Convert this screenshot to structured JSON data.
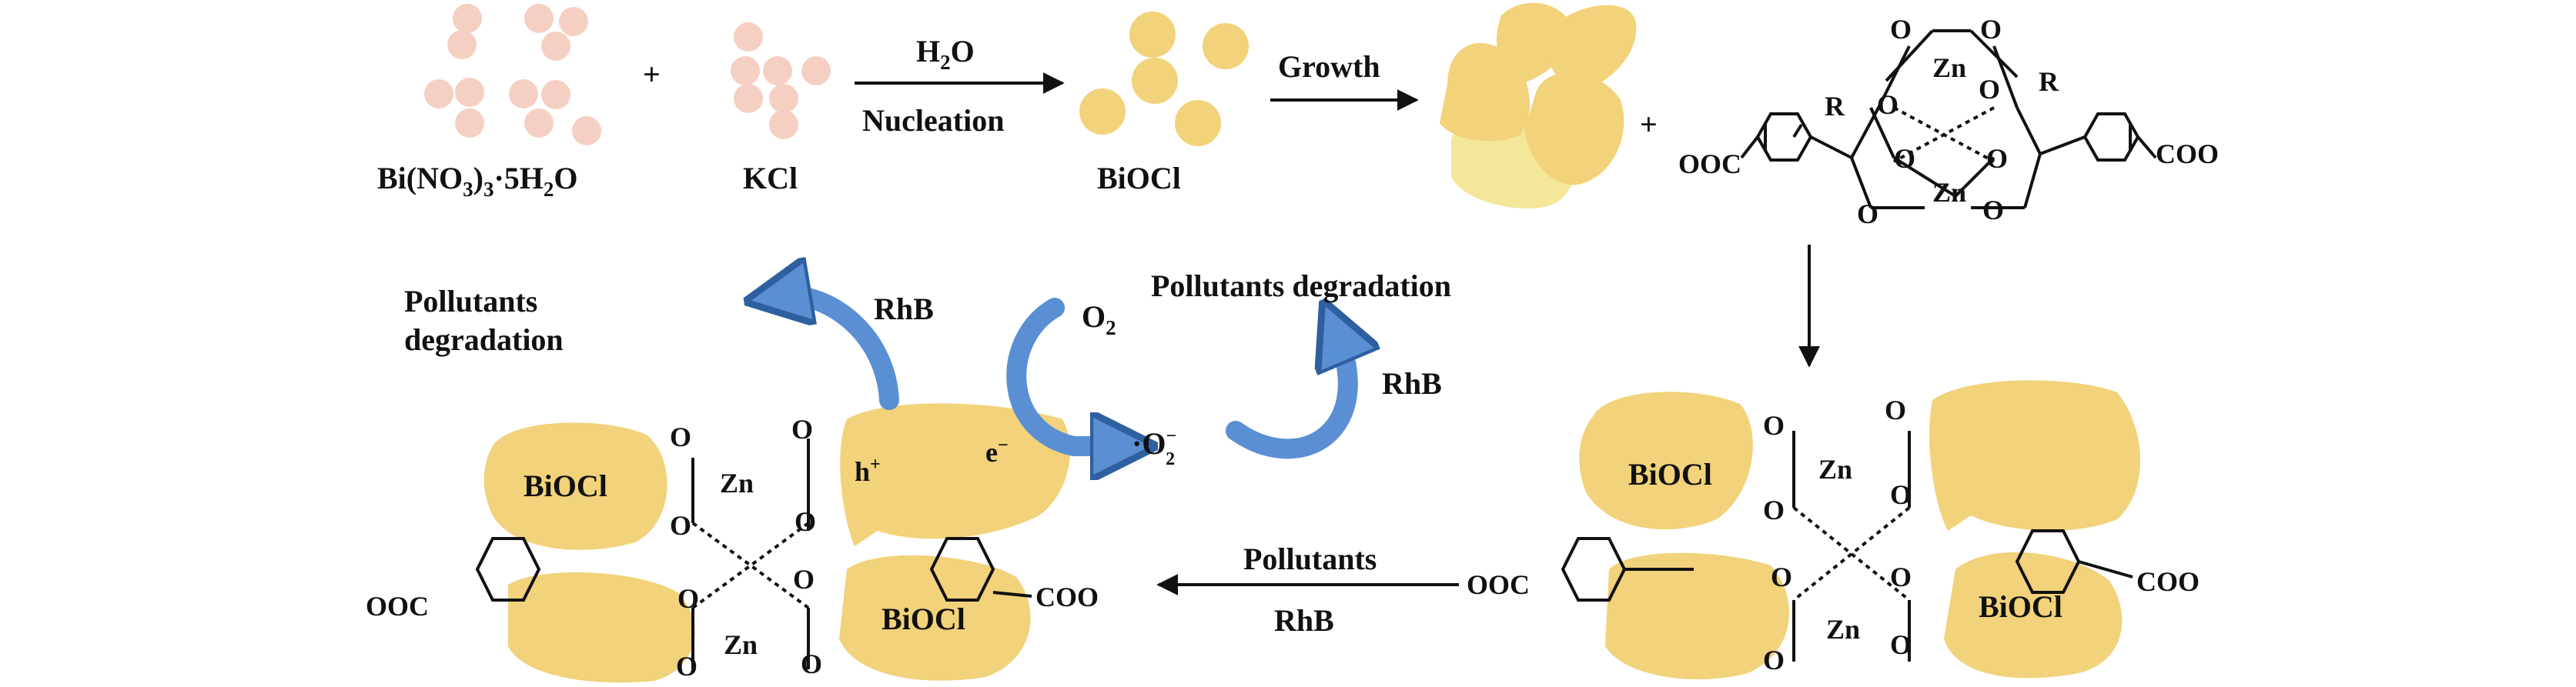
{
  "colors": {
    "precursor": "#f6cfc3",
    "biocl": "#f2d27a",
    "biocl_light": "#f4e79a",
    "arrow_blue": "#5b8fd3",
    "arrow_blue_dark": "#2e5f9f",
    "line": "#111111"
  },
  "reaction": {
    "reactant1": "Bi(NO3)3·5H2O",
    "plus1": "+",
    "reactant2": "KCl",
    "arrow1_top": "H2O",
    "arrow1_bottom": "Nucleation",
    "product1": "BiOCl",
    "arrow2_top": "Growth",
    "plus2": "+"
  },
  "mof": {
    "zn_top": "Zn",
    "zn_bottom": "Zn",
    "r_left": "R",
    "r_right": "R",
    "left_end": "OOC",
    "right_end": "COO",
    "o": "O"
  },
  "composite_right": {
    "particle_top": "BiOCl",
    "particle_bottom": "BiOCl",
    "zn_top": "Zn",
    "zn_bottom": "Zn",
    "left_end": "OOC",
    "right_end": "COO",
    "o": "O"
  },
  "middle_arrow": {
    "top": "Pollutants",
    "bottom": "RhB"
  },
  "composite_left": {
    "particle_top": "BiOCl",
    "particle_bottom": "BiOCl",
    "zn_top": "Zn",
    "zn_bottom": "Zn",
    "left_end": "OOC",
    "right_end": "COO",
    "hole": "h+",
    "electron": "e−",
    "o": "O"
  },
  "photocatalysis": {
    "pollutants_degradation_left_1": "Pollutants",
    "pollutants_degradation_left_2": "degradation",
    "rhb_left": "RhB",
    "o2": "O2",
    "superoxide": "·O2−",
    "pollutants_degradation_right": "Pollutants degradation",
    "rhb_right": "RhB"
  }
}
